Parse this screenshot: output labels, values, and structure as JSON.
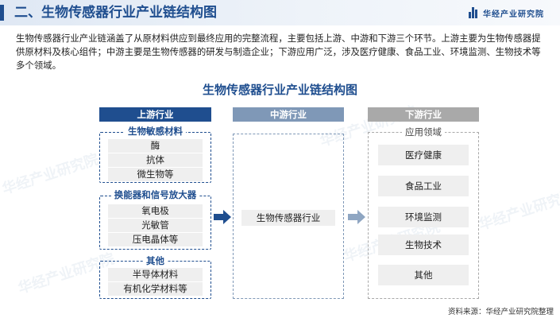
{
  "header": {
    "title": "二、生物传感器行业产业链结构图",
    "logo_text": "华经产业研究院"
  },
  "intro": "生物传感器行业产业链涵盖了从原材料供应到最终应用的完整流程，主要包括上游、中游和下游三个环节。上游主要为生物传感器提供原材料及核心组件；中游主要是生物传感器的研发与制造企业；下游应用广泛，涉及医疗健康、食品工业、环境监测、生物技术等多个领域。",
  "diagram": {
    "title": "生物传感器行业产业链结构图",
    "upstream": {
      "label": "上游行业",
      "groups": [
        {
          "label": "生物敏感材料",
          "items": [
            "酶",
            "抗体",
            "微生物等"
          ]
        },
        {
          "label": "换能器和信号放大器",
          "items": [
            "氧电极",
            "光敏管",
            "压电晶体等"
          ]
        },
        {
          "label": "其他",
          "items": [
            "半导体材料",
            "有机化学材料等"
          ]
        }
      ]
    },
    "midstream": {
      "label": "中游行业",
      "item": "生物传感器行业"
    },
    "downstream": {
      "label": "下游行业",
      "sub_label": "应用领域",
      "items": [
        "医疗健康",
        "食品工业",
        "环境监测",
        "生物技术",
        "其他"
      ]
    }
  },
  "watermark": "华经产业研究院",
  "source": "资料来源：华经产业研究院整理",
  "colors": {
    "primary": "#1f4e8f",
    "midstream": "#7f98b7",
    "downstream": "#a9a9a9",
    "item_bg": "#efefef"
  }
}
